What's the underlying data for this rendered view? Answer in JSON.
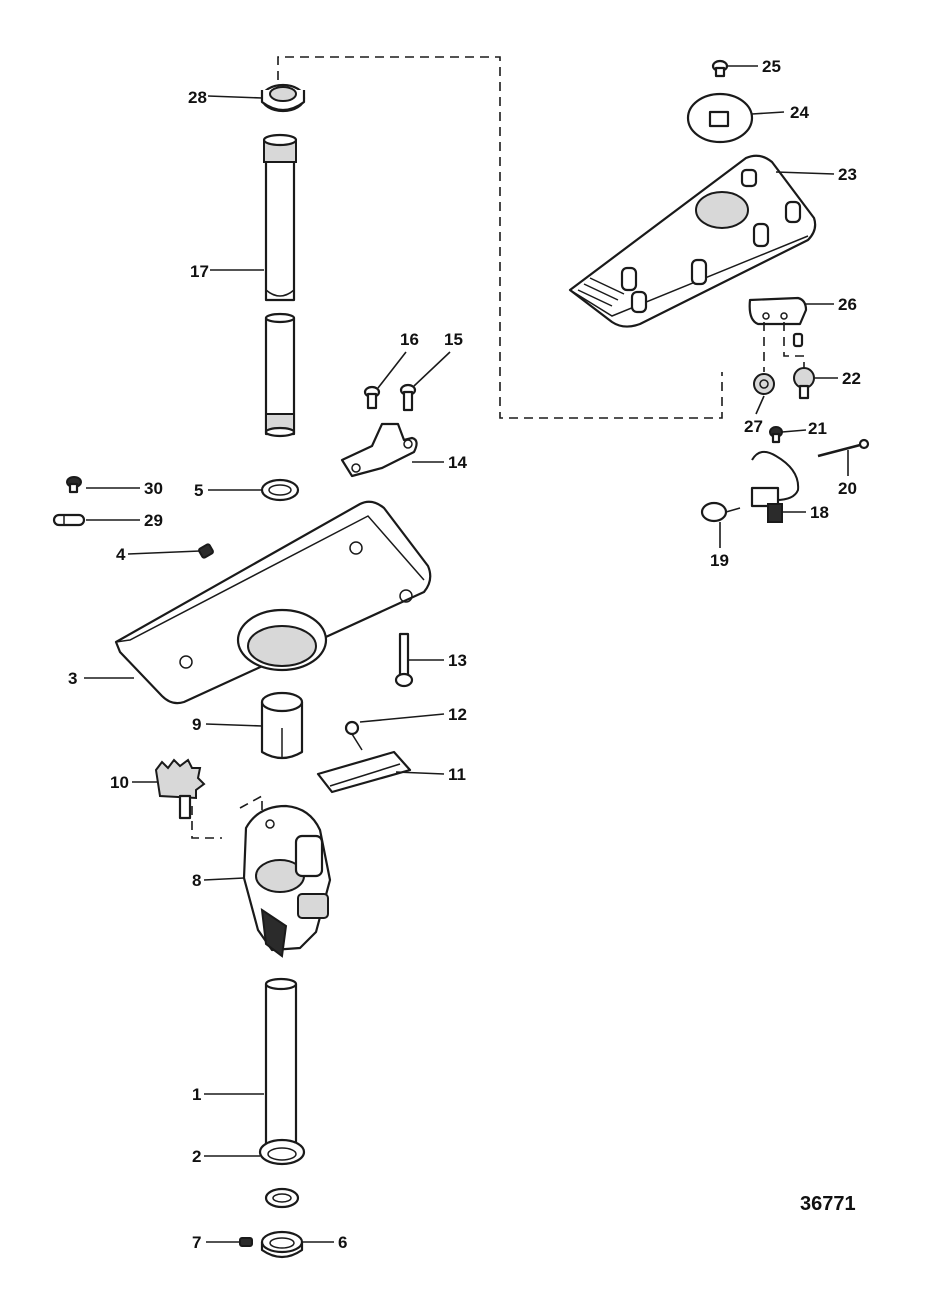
{
  "figure_number": "36771",
  "callouts": {
    "c1": "1",
    "c2": "2",
    "c3": "3",
    "c4": "4",
    "c5": "5",
    "c6": "6",
    "c7": "7",
    "c8": "8",
    "c9": "9",
    "c10": "10",
    "c11": "11",
    "c12": "12",
    "c13": "13",
    "c14": "14",
    "c15": "15",
    "c16": "16",
    "c17": "17",
    "c18": "18",
    "c19": "19",
    "c20": "20",
    "c21": "21",
    "c22": "22",
    "c23": "23",
    "c24": "24",
    "c25": "25",
    "c26": "26",
    "c27": "27",
    "c28": "28",
    "c29": "29",
    "c30": "30"
  }
}
